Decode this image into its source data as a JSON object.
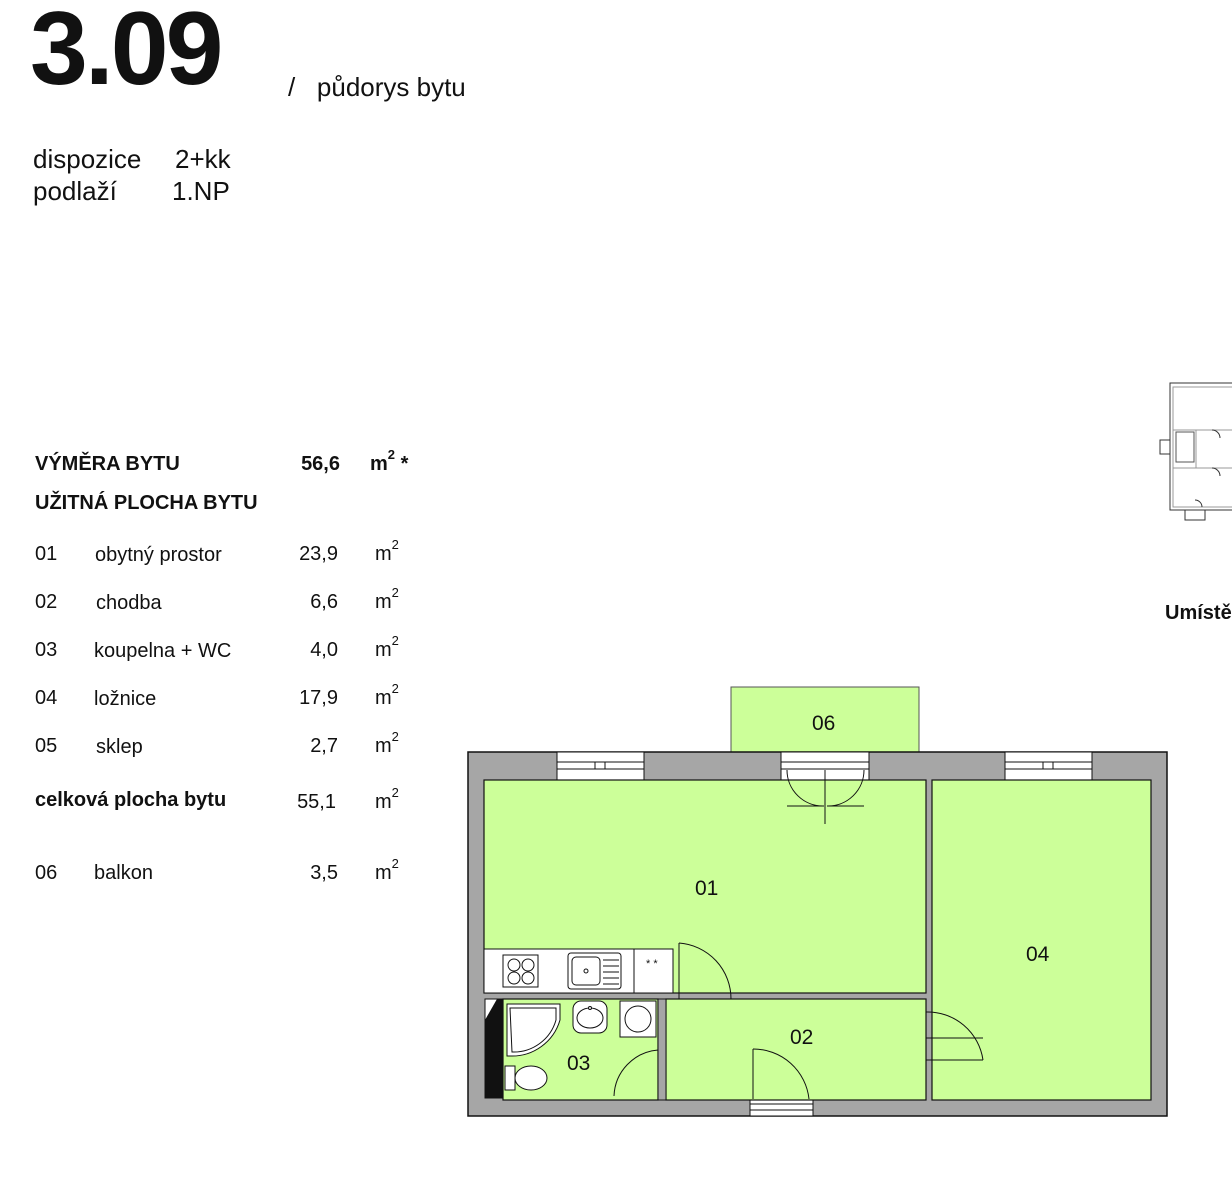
{
  "header": {
    "unit_number": "3.09",
    "subtitle": "/   půdorys bytu"
  },
  "info": {
    "layout_label": "dispozice",
    "layout_value": "2+kk",
    "floor_label": "podlaží",
    "floor_value": "1.NP"
  },
  "area": {
    "total_label": "VÝMĚRA BYTU",
    "total_value": "56,6",
    "total_unit": "m",
    "total_unit_exp": "2",
    "total_unit_note": " *",
    "usable_label": "UŽITNÁ PLOCHA BYTU",
    "rooms": [
      {
        "num": "01",
        "name": "obytný prostor",
        "value": "23,9",
        "unit": "m",
        "exp": "2"
      },
      {
        "num": "02",
        "name": "chodba",
        "value": "6,6",
        "unit": "m",
        "exp": "2"
      },
      {
        "num": "03",
        "name": "koupelna + WC",
        "value": "4,0",
        "unit": "m",
        "exp": "2"
      },
      {
        "num": "04",
        "name": "ložnice",
        "value": "17,9",
        "unit": "m",
        "exp": "2"
      },
      {
        "num": "05",
        "name": "sklep",
        "value": "2,7",
        "unit": "m",
        "exp": "2"
      }
    ],
    "sum_label": "celková plocha bytu",
    "sum_value": "55,1",
    "sum_unit": "m",
    "sum_exp": "2",
    "balcony": {
      "num": "06",
      "name": "balkon",
      "value": "3,5",
      "unit": "m",
      "exp": "2"
    }
  },
  "placement": {
    "label": "Umístě"
  },
  "plan": {
    "room_labels": [
      "01",
      "02",
      "03",
      "04",
      "06"
    ],
    "fill_color": "#ccff99",
    "wall_color": "#a6a6a6",
    "line_color": "#111111",
    "stove_marks": "* *"
  }
}
